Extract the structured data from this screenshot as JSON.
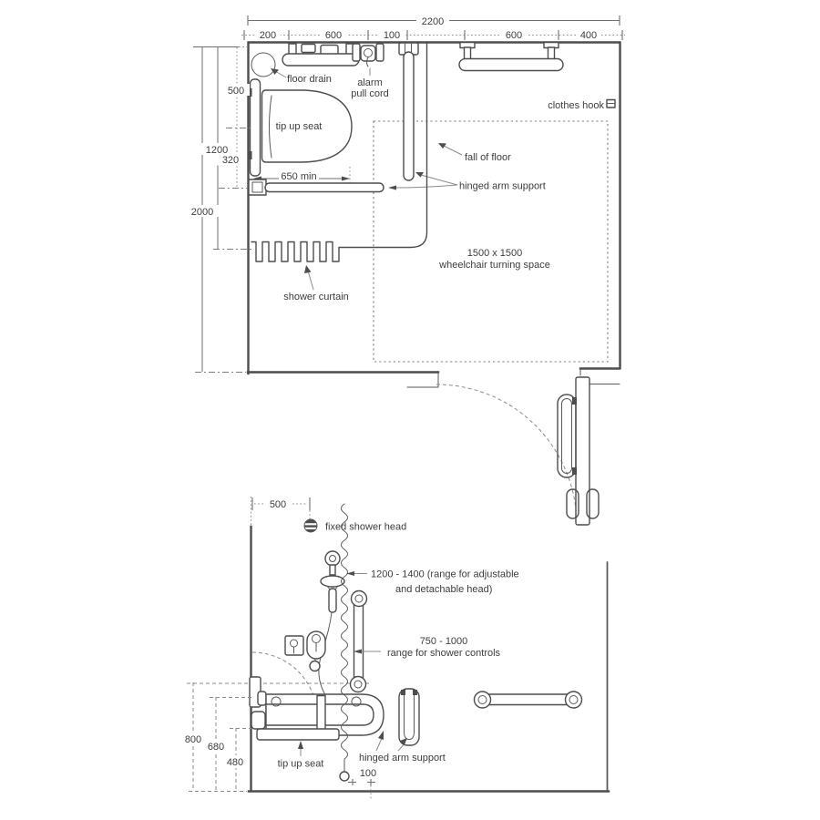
{
  "colors": {
    "line": "#4d4d4d",
    "text": "#3d3d3d",
    "guide": "#8b8b8b",
    "background": "#ffffff"
  },
  "plan": {
    "dims": {
      "overall": "2200",
      "top_segments": [
        "200",
        "600",
        "100",
        "600",
        "400"
      ],
      "left500": "500",
      "left1200": "1200",
      "left320": "320",
      "left2000": "2000",
      "seat_width": "650 min"
    },
    "labels": {
      "floor_drain": "floor drain",
      "alarm1": "alarm",
      "alarm2": "pull cord",
      "clothes_hook": "clothes hook",
      "tip_up_seat": "tip up seat",
      "fall_of_floor": "fall of floor",
      "hinged_arm_support": "hinged arm support",
      "turning1": "1500 x 1500",
      "turning2": "wheelchair turning space",
      "shower_curtain": "shower curtain"
    }
  },
  "elevation": {
    "dims": {
      "top500": "500",
      "h800": "800",
      "h680": "680",
      "h480": "480",
      "w100": "100"
    },
    "labels": {
      "fixed_shower_head": "fixed shower head",
      "adj1": "1200 - 1400 (range for adjustable",
      "adj2": "and detachable head)",
      "ctrl1": "750 - 1000",
      "ctrl2": "range for shower controls",
      "tip_up_seat": "tip up seat",
      "hinged_arm_support": "hinged arm support"
    }
  }
}
